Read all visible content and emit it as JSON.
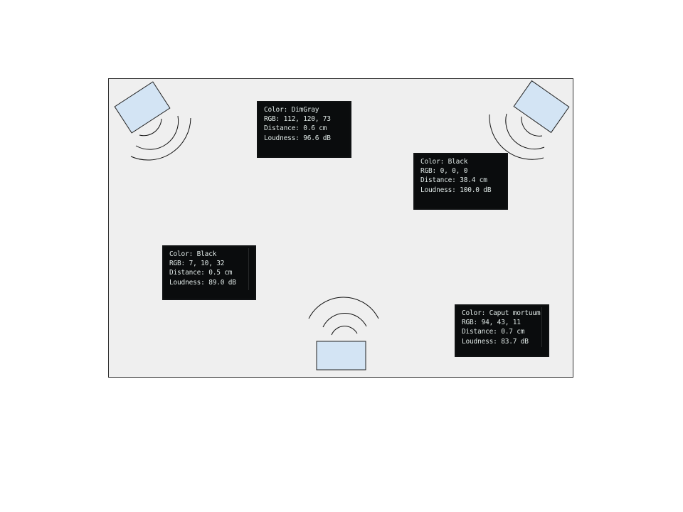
{
  "colors": {
    "room_bg": "#efefef",
    "room_border": "#333333",
    "speaker_fill": "#d3e4f4",
    "speaker_stroke": "#222222",
    "screen_bg": "#0a0c0d",
    "screen_text": "#dfe8e6"
  },
  "speakers": [
    {
      "name": "top-left",
      "icon": "speaker-icon"
    },
    {
      "name": "top-right",
      "icon": "speaker-icon"
    },
    {
      "name": "bottom-center",
      "icon": "speaker-icon"
    }
  ],
  "displays": [
    {
      "color": "Color: DimGray",
      "rgb": "RGB: 112, 120, 73",
      "distance": "Distance: 0.6 cm",
      "loudness": "Loudness: 96.6 dB"
    },
    {
      "color": "Color: Black",
      "rgb": "RGB: 0, 0, 0",
      "distance": "Distance: 38.4 cm",
      "loudness": "Loudness: 100.0 dB"
    },
    {
      "color": "Color: Black",
      "rgb": "RGB: 7, 10, 32",
      "distance": "Distance: 0.5 cm",
      "loudness": "Loudness: 89.0 dB"
    },
    {
      "color": "Color: Caput mortuum",
      "rgb": "RGB: 94, 43, 11",
      "distance": "Distance: 0.7 cm",
      "loudness": "Loudness: 83.7 dB"
    }
  ]
}
